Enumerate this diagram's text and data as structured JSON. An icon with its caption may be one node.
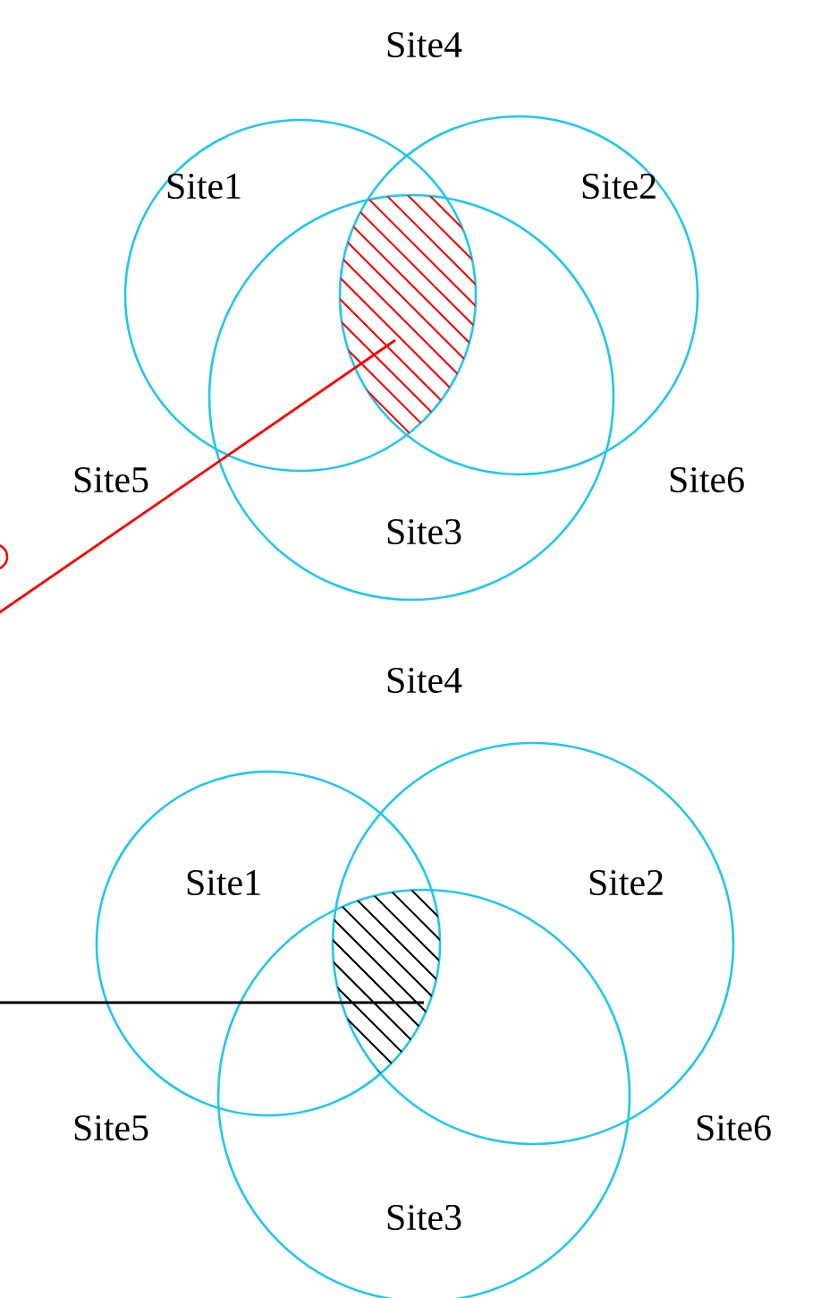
{
  "diagram": {
    "nodes": [
      {
        "text": [],
        "shape": "region"
      },
      {
        "text": [],
        "shape": "region"
      }
    ],
    "edges": [
      {
        "from": null,
        "to": 0,
        "arrow": "none",
        "color": "#ff0000"
      },
      {
        "from": null,
        "to": 1,
        "arrow": "none",
        "color": "#000000"
      }
    ],
    "labels": [
      "Site4",
      "Site1",
      "Site2",
      "Site5",
      "Site3",
      "Site6",
      "Site4",
      "Site1",
      "Site2",
      "Site5",
      "Site3",
      "Site6"
    ]
  }
}
